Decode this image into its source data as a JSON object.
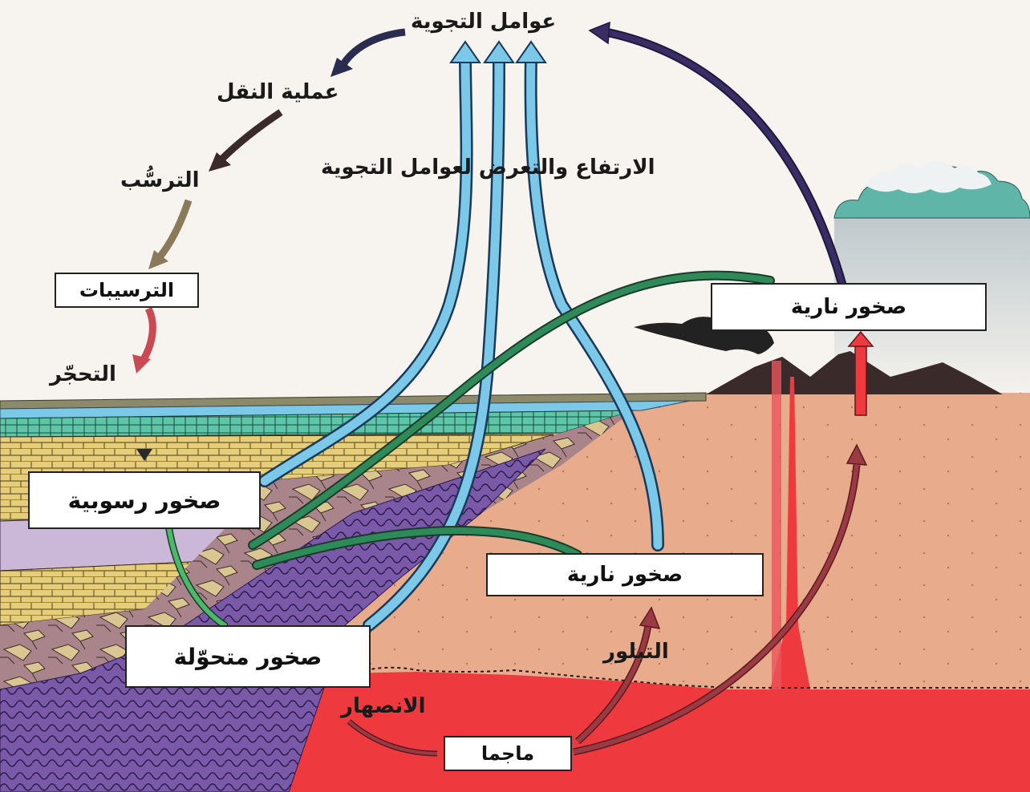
{
  "labels": {
    "weathering_agents": "عوامل التجوية",
    "transport": "عملية النقل",
    "deposition": "الترسُّب",
    "lithification": "التحجّر",
    "uplift": "الارتفاع والتعرض لعوامل التجوية",
    "crystallization": "التبلور",
    "melting": "الانصهار"
  },
  "boxes": {
    "sediments": "الترسيبات",
    "sedimentary_rocks": "صخور رسوبية",
    "metamorphic_rocks": "صخور متحوّلة",
    "igneous_rocks_intrusive": "صخور نارية",
    "igneous_rocks_extrusive": "صخور نارية",
    "magma": "ماجما"
  },
  "colors": {
    "sky": "#f7f4ef",
    "ground": "#e8ab8b",
    "magma": "#ee3a3e",
    "sediment_layer": "#e6cd7a",
    "metamorphic": "#8062a8",
    "arrow_blue": "#7cc8e8",
    "arrow_green": "#2f8a5a",
    "arrow_red": "#b84a52",
    "arrow_dark": "#3a2d66"
  }
}
